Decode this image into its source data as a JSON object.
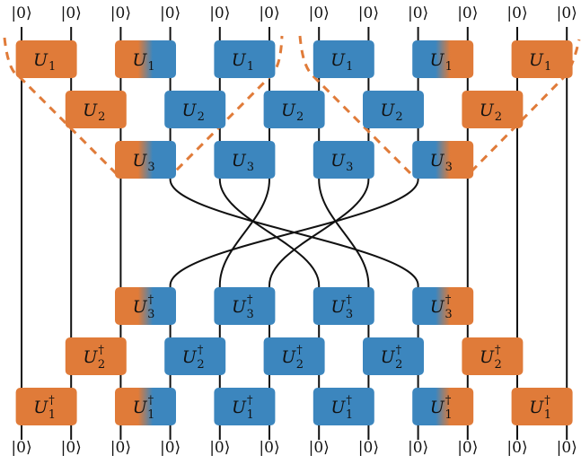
{
  "kets": {
    "label": "|0⟩",
    "count": 12
  },
  "colors": {
    "orange": "#E07B39",
    "blue": "#3C86BE",
    "wire": "#111111"
  },
  "gate_names": {
    "base": "U",
    "dagger": "†"
  },
  "encoder_layers": [
    {
      "layer": 1,
      "gates": [
        {
          "wires": [
            0,
            1
          ],
          "name": "U",
          "sub": "1",
          "dagger": false,
          "fill": "orange"
        },
        {
          "wires": [
            2,
            3
          ],
          "name": "U",
          "sub": "1",
          "dagger": false,
          "fill": "orange-blue"
        },
        {
          "wires": [
            4,
            5
          ],
          "name": "U",
          "sub": "1",
          "dagger": false,
          "fill": "blue"
        },
        {
          "wires": [
            6,
            7
          ],
          "name": "U",
          "sub": "1",
          "dagger": false,
          "fill": "blue"
        },
        {
          "wires": [
            8,
            9
          ],
          "name": "U",
          "sub": "1",
          "dagger": false,
          "fill": "blue-orange"
        },
        {
          "wires": [
            10,
            11
          ],
          "name": "U",
          "sub": "1",
          "dagger": false,
          "fill": "orange"
        }
      ]
    },
    {
      "layer": 2,
      "gates": [
        {
          "wires": [
            1,
            2
          ],
          "name": "U",
          "sub": "2",
          "dagger": false,
          "fill": "orange"
        },
        {
          "wires": [
            3,
            4
          ],
          "name": "U",
          "sub": "2",
          "dagger": false,
          "fill": "blue"
        },
        {
          "wires": [
            5,
            6
          ],
          "name": "U",
          "sub": "2",
          "dagger": false,
          "fill": "blue"
        },
        {
          "wires": [
            7,
            8
          ],
          "name": "U",
          "sub": "2",
          "dagger": false,
          "fill": "blue"
        },
        {
          "wires": [
            9,
            10
          ],
          "name": "U",
          "sub": "2",
          "dagger": false,
          "fill": "orange"
        }
      ]
    },
    {
      "layer": 3,
      "gates": [
        {
          "wires": [
            2,
            3
          ],
          "name": "U",
          "sub": "3",
          "dagger": false,
          "fill": "orange-blue"
        },
        {
          "wires": [
            4,
            5
          ],
          "name": "U",
          "sub": "3",
          "dagger": false,
          "fill": "blue"
        },
        {
          "wires": [
            6,
            7
          ],
          "name": "U",
          "sub": "3",
          "dagger": false,
          "fill": "blue"
        },
        {
          "wires": [
            8,
            9
          ],
          "name": "U",
          "sub": "3",
          "dagger": false,
          "fill": "blue-orange"
        }
      ]
    }
  ],
  "decoder_layers": [
    {
      "layer": 3,
      "gates": [
        {
          "wires": [
            2,
            3
          ],
          "name": "U",
          "sub": "3",
          "dagger": true,
          "fill": "orange-blue"
        },
        {
          "wires": [
            4,
            5
          ],
          "name": "U",
          "sub": "3",
          "dagger": true,
          "fill": "blue"
        },
        {
          "wires": [
            6,
            7
          ],
          "name": "U",
          "sub": "3",
          "dagger": true,
          "fill": "blue"
        },
        {
          "wires": [
            8,
            9
          ],
          "name": "U",
          "sub": "3",
          "dagger": true,
          "fill": "blue-orange"
        }
      ]
    },
    {
      "layer": 2,
      "gates": [
        {
          "wires": [
            1,
            2
          ],
          "name": "U",
          "sub": "2",
          "dagger": true,
          "fill": "orange"
        },
        {
          "wires": [
            3,
            4
          ],
          "name": "U",
          "sub": "2",
          "dagger": true,
          "fill": "blue"
        },
        {
          "wires": [
            5,
            6
          ],
          "name": "U",
          "sub": "2",
          "dagger": true,
          "fill": "blue"
        },
        {
          "wires": [
            7,
            8
          ],
          "name": "U",
          "sub": "2",
          "dagger": true,
          "fill": "blue"
        },
        {
          "wires": [
            9,
            10
          ],
          "name": "U",
          "sub": "2",
          "dagger": true,
          "fill": "orange"
        }
      ]
    },
    {
      "layer": 1,
      "gates": [
        {
          "wires": [
            0,
            1
          ],
          "name": "U",
          "sub": "1",
          "dagger": true,
          "fill": "orange"
        },
        {
          "wires": [
            2,
            3
          ],
          "name": "U",
          "sub": "1",
          "dagger": true,
          "fill": "orange-blue"
        },
        {
          "wires": [
            4,
            5
          ],
          "name": "U",
          "sub": "1",
          "dagger": true,
          "fill": "blue"
        },
        {
          "wires": [
            6,
            7
          ],
          "name": "U",
          "sub": "1",
          "dagger": true,
          "fill": "blue"
        },
        {
          "wires": [
            8,
            9
          ],
          "name": "U",
          "sub": "1",
          "dagger": true,
          "fill": "blue-orange"
        },
        {
          "wires": [
            10,
            11
          ],
          "name": "U",
          "sub": "1",
          "dagger": true,
          "fill": "orange"
        }
      ]
    }
  ],
  "crossings": [
    {
      "from_wire": 3,
      "to_wire": 8
    },
    {
      "from_wire": 4,
      "to_wire": 6
    },
    {
      "from_wire": 5,
      "to_wire": 4
    },
    {
      "from_wire": 6,
      "to_wire": 7
    },
    {
      "from_wire": 7,
      "to_wire": 5
    },
    {
      "from_wire": 8,
      "to_wire": 3
    }
  ],
  "light_cones": [
    {
      "side": "left",
      "style": "dashed",
      "color": "orange"
    },
    {
      "side": "right",
      "style": "dashed",
      "color": "orange"
    }
  ]
}
